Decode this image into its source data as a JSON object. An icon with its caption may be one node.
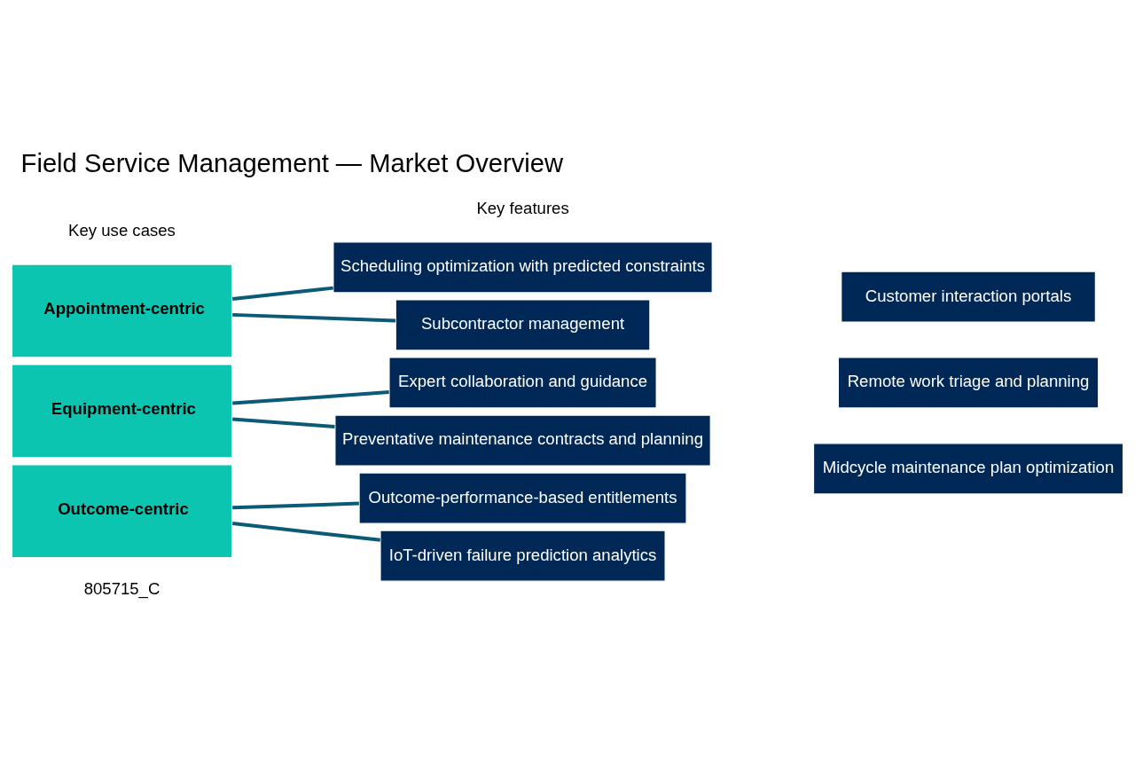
{
  "diagram": {
    "title": "Field Service Management — Market Overview",
    "nodes": [
      {
        "text": [
          "Appointment-centric"
        ]
      },
      {
        "text": [
          "Equipment-centric"
        ]
      },
      {
        "text": [
          "Outcome-centric"
        ]
      },
      {
        "text": [
          "Scheduling optimization with predicted constraints"
        ]
      },
      {
        "text": [
          "Subcontractor management"
        ]
      },
      {
        "text": [
          "Customer interaction portals"
        ]
      },
      {
        "text": [
          "Expert collaboration and guidance"
        ]
      },
      {
        "text": [
          "Preventative maintenance contracts and planning"
        ]
      },
      {
        "text": [
          "Remote work triage and planning"
        ]
      },
      {
        "text": [
          "Outcome-performance-based entitlements"
        ]
      },
      {
        "text": [
          "IoT-driven failure prediction analytics"
        ]
      },
      {
        "text": [
          "Midcycle maintenance plan optimization"
        ]
      }
    ],
    "edges": [
      {
        "from": 0,
        "to": 3,
        "arrow": "none"
      },
      {
        "from": 0,
        "to": 4,
        "arrow": "none"
      },
      {
        "from": 1,
        "to": 6,
        "arrow": "none"
      },
      {
        "from": 1,
        "to": 7,
        "arrow": "none"
      },
      {
        "from": 2,
        "to": 9,
        "arrow": "none"
      },
      {
        "from": 2,
        "to": 10,
        "arrow": "none"
      }
    ],
    "labels": [
      "Key features",
      "Key use cases",
      "805715_C"
    ]
  }
}
